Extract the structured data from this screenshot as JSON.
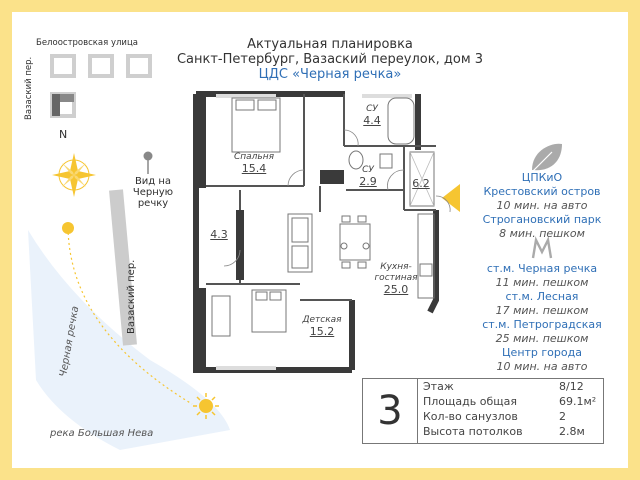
{
  "header": {
    "line1": "Актуальная планировка",
    "line2": "Санкт-Петербург, Вазаский переулок, дом 3",
    "line3": "ЦДС «Черная речка»"
  },
  "map": {
    "street_top": "Белоостровская улица",
    "street_left": "Вазаский пер.",
    "street_mid": "Вазаский пер.",
    "north": "N",
    "view_label_1": "Вид на",
    "view_label_2": "Черную речку",
    "river_label": "Черная речка",
    "bottom_river": "река Большая Нева"
  },
  "rooms": {
    "su1": {
      "name": "СУ",
      "area": "4.4"
    },
    "bedroom": {
      "name": "Спальня",
      "area": "15.4"
    },
    "su2": {
      "name": "СУ",
      "area": "2.9"
    },
    "hall": {
      "area": "6.2"
    },
    "corridor": {
      "area": "4.3"
    },
    "kitchen": {
      "name1": "Кухня-",
      "name2": "гостиная",
      "area": "25.0"
    },
    "kids": {
      "name": "Детская",
      "area": "15.2"
    }
  },
  "places": {
    "p1_name": "ЦПКиО",
    "p1_name2": "Крестовский остров",
    "p1_time": "10 мин. на авто",
    "p2_name": "Строгановский парк",
    "p2_time": "8 мин. пешком",
    "m1_name": "ст.м. Черная речка",
    "m1_time": "11 мин. пешком",
    "m2_name": "ст.м. Лесная",
    "m2_time": "17 мин. пешком",
    "m3_name": "ст.м. Петроградская",
    "m3_time": "25 мин. пешком",
    "c_name": "Центр города",
    "c_time": "10 мин. на авто"
  },
  "stats": {
    "rooms": "3",
    "floor_label": "Этаж",
    "floor_val": "8/12",
    "area_label": "Площадь общая",
    "area_val": "69.1м²",
    "bath_label": "Кол-во санузлов",
    "bath_val": "2",
    "ceil_label": "Высота потолков",
    "ceil_val": "2.8м"
  },
  "colors": {
    "frame": "#fbe28a",
    "sun": "#f6c531",
    "link": "#2f6fb6",
    "river": "#dde9f7"
  }
}
